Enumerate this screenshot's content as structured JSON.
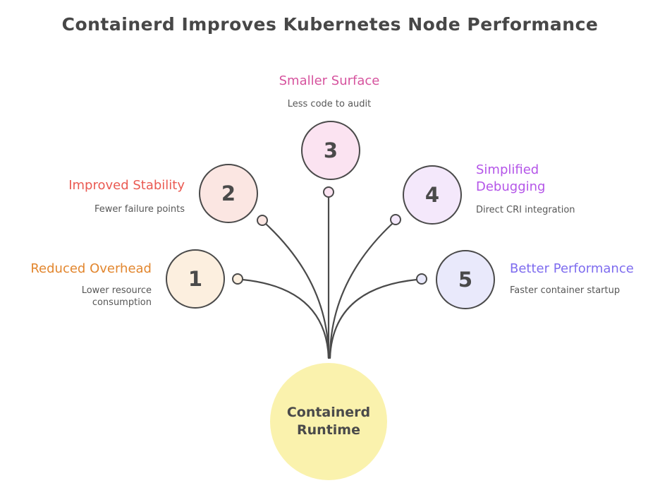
{
  "title": {
    "text": "Containerd Improves Kubernetes Node Performance",
    "color": "#474747"
  },
  "nodes": [
    {
      "number": "1",
      "title": "Reduced Overhead",
      "subtitle": "Lower resource consumption",
      "title_color": "#e2862e",
      "fill": "#fcefdf"
    },
    {
      "number": "2",
      "title": "Improved Stability",
      "subtitle": "Fewer failure points",
      "title_color": "#ea5a52",
      "fill": "#fbe6e2"
    },
    {
      "number": "3",
      "title": "Smaller Surface",
      "subtitle": "Less code to audit",
      "title_color": "#d6539e",
      "fill": "#fbe3f1"
    },
    {
      "number": "4",
      "title": "Simplified Debugging",
      "subtitle": "Direct CRI integration",
      "title_color": "#b455e8",
      "fill": "#f4e8fb"
    },
    {
      "number": "5",
      "title": "Better Performance",
      "subtitle": "Faster container startup",
      "title_color": "#7e6cef",
      "fill": "#e9e9fb"
    }
  ],
  "center": {
    "label": "Containerd Runtime",
    "fill": "#faf2ad",
    "text_color": "#4a4a4a"
  },
  "connector_color": "#4a4a4a"
}
